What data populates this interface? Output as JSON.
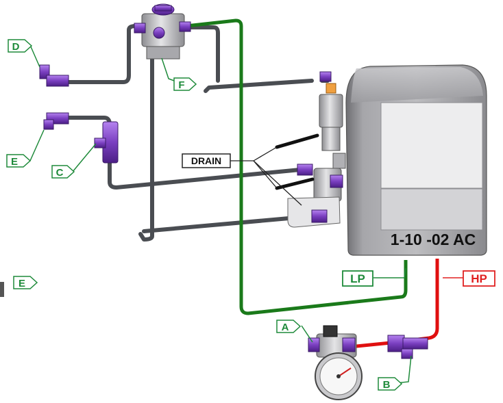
{
  "labels": {
    "d": "D",
    "e_top": "E",
    "e_left": "E",
    "f": "F",
    "c": "C",
    "a": "A",
    "b": "B",
    "drain": "DRAIN",
    "lp": "LP",
    "hp": "HP"
  },
  "unit": {
    "model": "1-10 -02 AC"
  },
  "colors": {
    "label_green": "#1e8a3a",
    "label_red": "#e02020",
    "tube_green": "#1a7a1a",
    "tube_red": "#e01010",
    "tube_dark": "#4a4d52",
    "fitting_purple": "#7a3fc0",
    "housing": "#9a9a9e"
  },
  "icons": [
    "pressure-gauge-icon",
    "drain-valve-icon",
    "filter-canister-icon"
  ]
}
